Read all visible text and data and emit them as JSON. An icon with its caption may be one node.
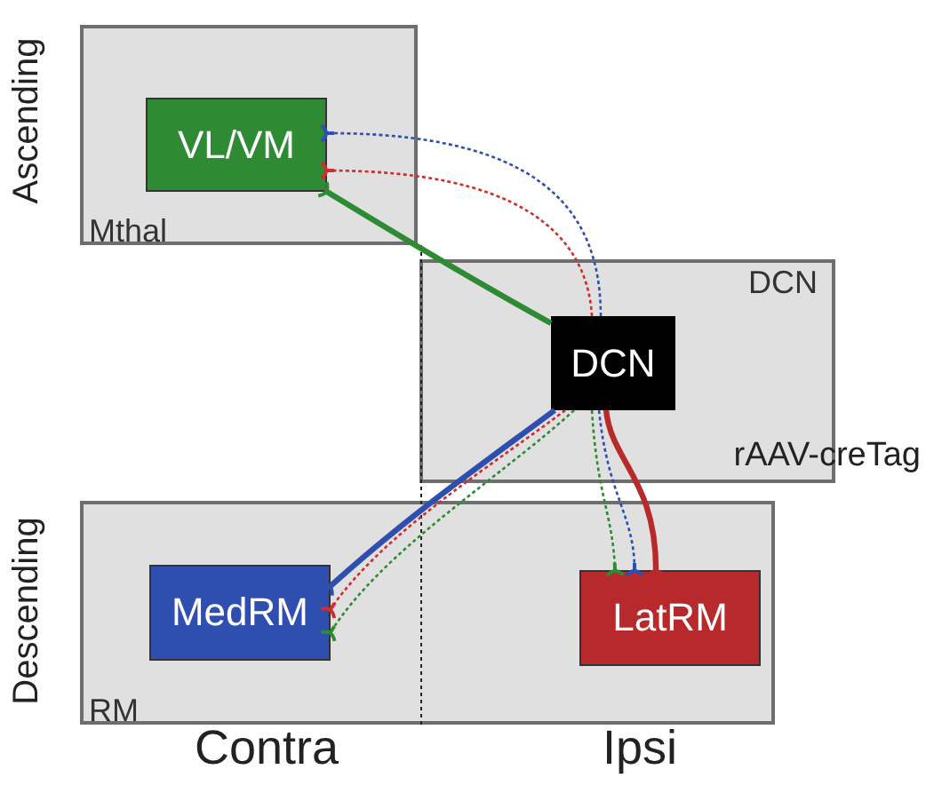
{
  "diagram": {
    "nodes": [
      {
        "text": [
          "Mthal"
        ]
      },
      {
        "text": [
          "VL/VM"
        ],
        "in": 0
      },
      {
        "text": [
          "DCN"
        ],
        "beside": [
          "rAAV-creTag"
        ]
      },
      {
        "text": [
          "DCN"
        ],
        "in": 2
      },
      {
        "text": [
          "RM"
        ]
      },
      {
        "text": [
          "MedRM"
        ],
        "in": 4
      },
      {
        "text": [
          "LatRM"
        ],
        "in": 4
      }
    ],
    "edges": [
      {
        "from": 3,
        "to": 1,
        "arrow": "other",
        "style": "dashed",
        "color": "#2f4fb0"
      },
      {
        "from": 3,
        "to": 1,
        "arrow": "other",
        "style": "dashed",
        "color": "#d12b2b"
      },
      {
        "from": 3,
        "to": 1,
        "arrow": "other",
        "style": "thick",
        "color": "#2e8b34"
      },
      {
        "from": 3,
        "to": 5,
        "arrow": "other",
        "style": "thick",
        "color": "#2f4fb0"
      },
      {
        "from": 3,
        "to": 5,
        "arrow": "other",
        "style": "dashed",
        "color": "#d12b2b"
      },
      {
        "from": 3,
        "to": 5,
        "arrow": "other",
        "style": "dashed",
        "color": "#2e8b34"
      },
      {
        "from": 3,
        "to": 6,
        "arrow": "other",
        "style": "dashed",
        "color": "#2e8b34"
      },
      {
        "from": 3,
        "to": 6,
        "arrow": "other",
        "style": "dashed",
        "color": "#2f4fb0"
      },
      {
        "from": 3,
        "to": 6,
        "arrow": "other",
        "style": "thick",
        "color": "#b8292b"
      }
    ],
    "labels": [
      "Ascending",
      "Descending",
      "Contra",
      "Ipsi"
    ]
  }
}
